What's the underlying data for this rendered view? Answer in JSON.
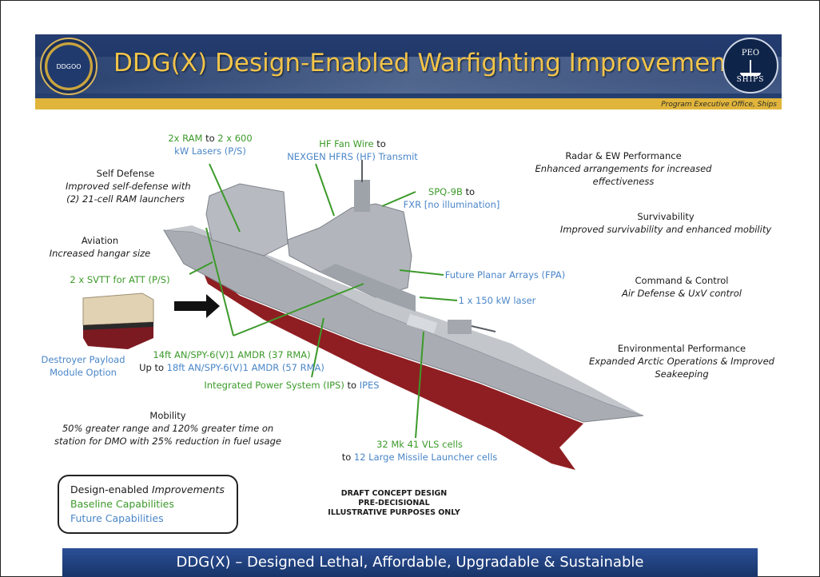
{
  "header": {
    "title": "DDG(X) Design-Enabled Warfighting Improvements",
    "subtitle_strip": "Program Executive Office, Ships",
    "seal_text": "DDGOO",
    "peo_logo": {
      "line1": "PEO",
      "line2": "SHIPS"
    }
  },
  "callouts": {
    "self_defense": {
      "heading": "Self Defense",
      "line1": "Improved self-defense with",
      "line2": "(2) 21-cell RAM launchers"
    },
    "ram_lasers": {
      "line1_a": "2x RAM",
      "line1_b": " to ",
      "line1_c": "2 x 600",
      "line2": "kW Lasers (P/S)"
    },
    "hf_fan": {
      "line1_a": "HF Fan Wire",
      "line1_b": " to",
      "line2": "NEXGEN HFRS (HF) Transmit"
    },
    "radar_ew": {
      "heading": "Radar & EW Performance",
      "line1": "Enhanced arrangements for increased",
      "line2": "effectiveness"
    },
    "spq": {
      "line1_a": "SPQ-9B",
      "line1_b": " to",
      "line2": "FXR [no illumination]"
    },
    "survivability": {
      "heading": "Survivability",
      "line1": "Improved survivability and enhanced mobility"
    },
    "aviation": {
      "heading": "Aviation",
      "line1": "Increased hangar size"
    },
    "svtt": {
      "line_a": "2 x SVTT",
      "line_b": " for ATT (P/S)"
    },
    "fpa": {
      "text": "Future Planar Arrays (FPA)"
    },
    "laser150": {
      "text": "1 x 150 kW laser"
    },
    "command_control": {
      "heading": "Command & Control",
      "line1": "Air Defense & UxV control"
    },
    "payload_module": {
      "line1": "Destroyer Payload",
      "line2": "Module Option"
    },
    "amdr": {
      "line1_a": "14ft AN/SPY-6(V)1 AMDR (37 RMA)",
      "line2_a": "Up to ",
      "line2_b": "18ft AN/SPY-6(V)1 AMDR (57 RMA)"
    },
    "environmental": {
      "heading": "Environmental Performance",
      "line1": "Expanded Arctic Operations & Improved",
      "line2": "Seakeeping"
    },
    "ips": {
      "a": "Integrated Power System (IPS)",
      "b": " to ",
      "c": "IPES"
    },
    "mobility": {
      "heading": "Mobility",
      "line1": "50% greater range and 120% greater time on",
      "line2": "station for DMO with 25% reduction in fuel usage"
    },
    "vls": {
      "line1": "32 Mk 41 VLS cells",
      "line2_a": "to ",
      "line2_b": "12 Large Missile Launcher cells"
    }
  },
  "legend": {
    "design_enabled_a": "Design-enabled ",
    "design_enabled_b": "Improvements",
    "baseline": "Baseline Capabilities",
    "future": "Future Capabilities"
  },
  "draft_notice": {
    "line1": "DRAFT CONCEPT DESIGN",
    "line2": "PRE-DECISIONAL",
    "line3": "ILLUSTRATIVE PURPOSES ONLY"
  },
  "footer": {
    "text": "DDG(X) – Designed Lethal, Affordable, Upgradable & Sustainable"
  },
  "colors": {
    "baseline_green": "#3c9a2a",
    "future_blue": "#4a86c8",
    "banner_navy": "#1e3563",
    "banner_gold": "#e1b53b",
    "title_gold": "#f2c44a",
    "hull_red": "#8f1e22"
  }
}
